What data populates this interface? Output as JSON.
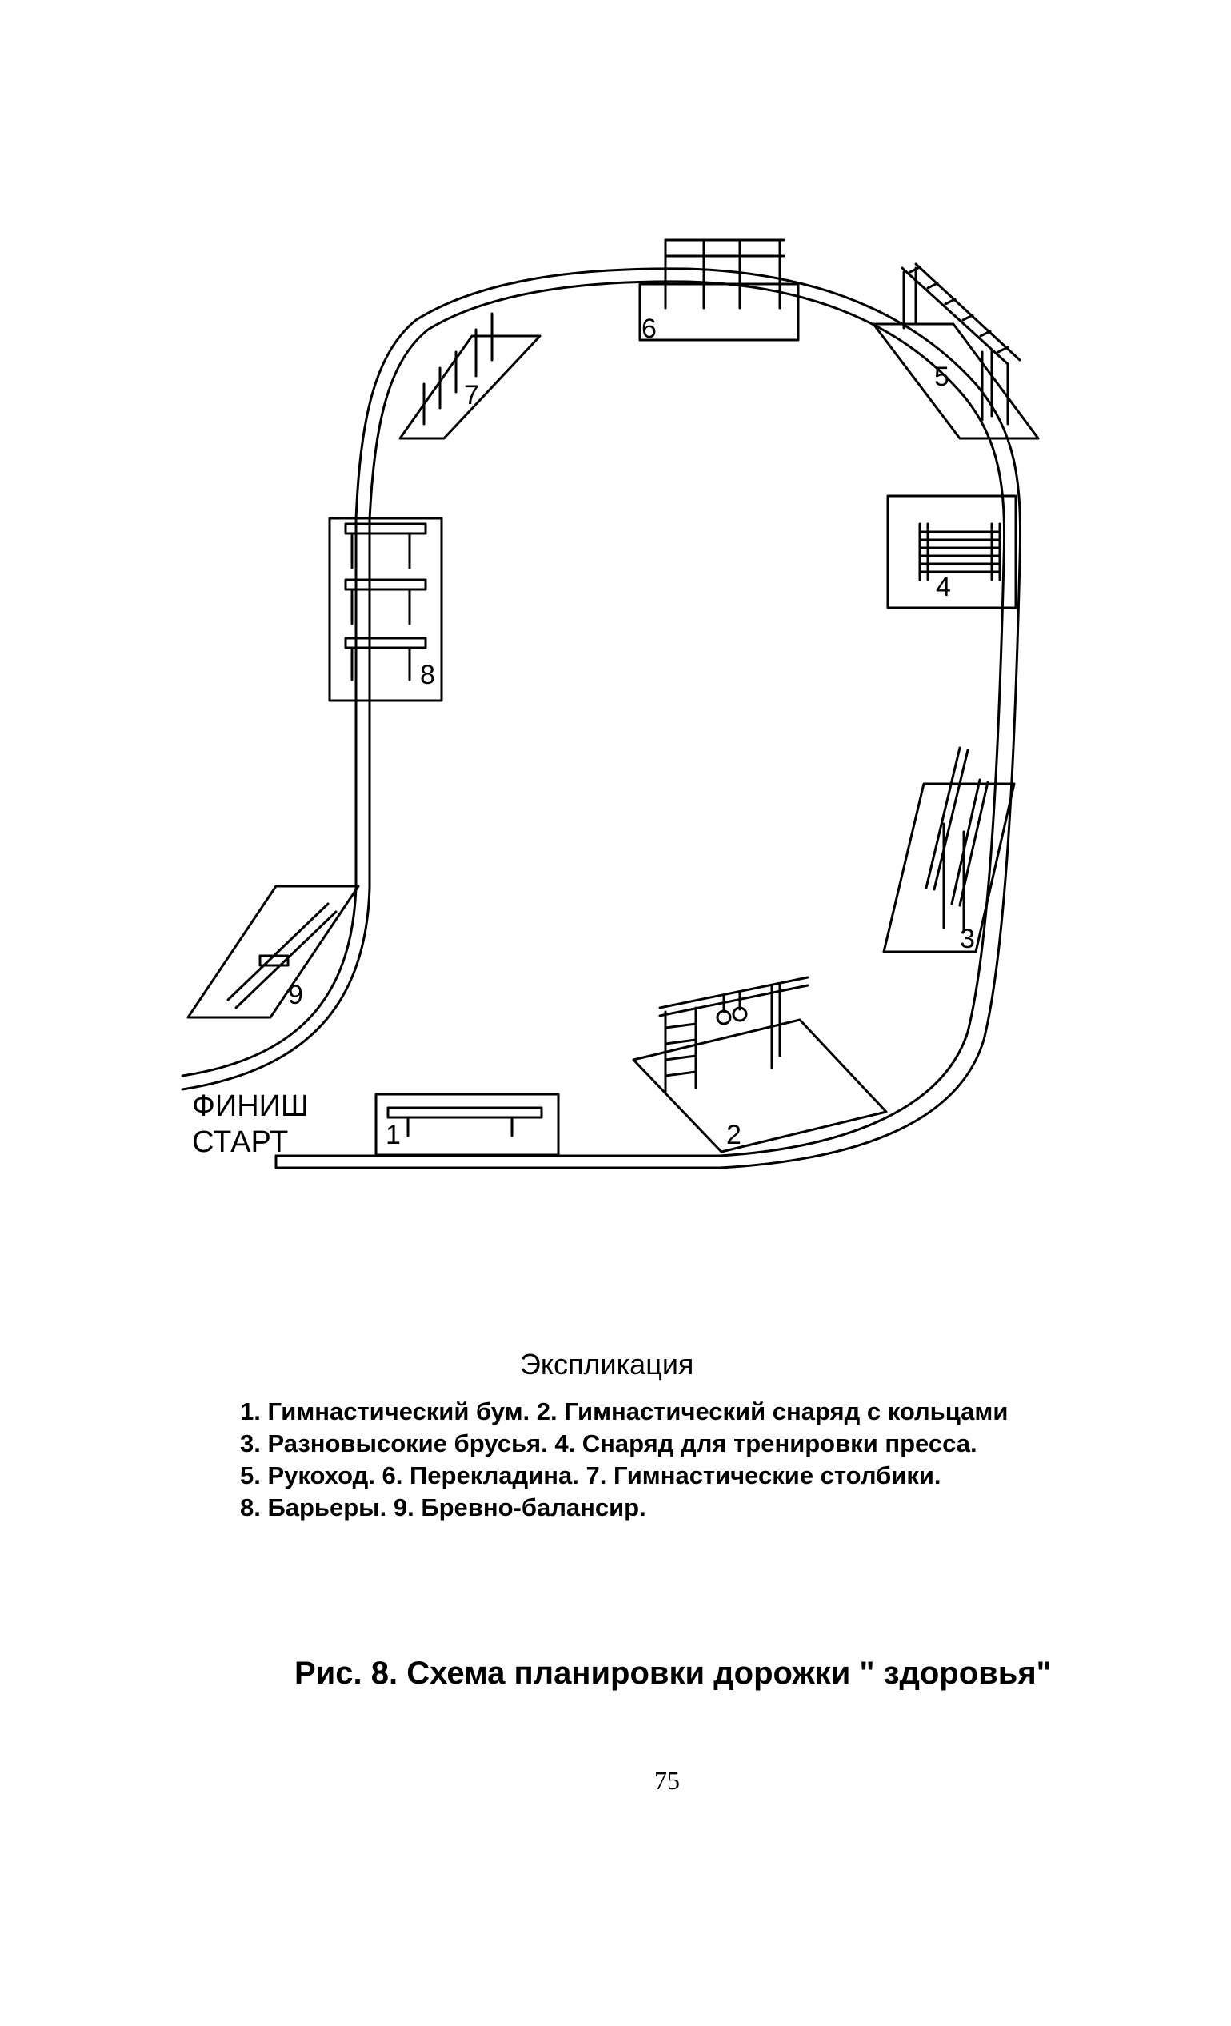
{
  "diagram": {
    "stations": [
      {
        "num": "1"
      },
      {
        "num": "2"
      },
      {
        "num": "3"
      },
      {
        "num": "4"
      },
      {
        "num": "5"
      },
      {
        "num": "6"
      },
      {
        "num": "7"
      },
      {
        "num": "8"
      },
      {
        "num": "9"
      }
    ],
    "finish_label": "ФИНИШ",
    "start_label": "СТАРТ"
  },
  "legend": {
    "title": "Экспликация",
    "lines": [
      "1. Гимнастический бум.  2. Гимнастический снаряд с кольцами",
      "3. Разновысокие брусья. 4. Снаряд  для тренировки пресса.",
      "5. Рукоход. 6. Перекладина. 7. Гимнастические столбики.",
      "8. Барьеры. 9. Бревно-балансир."
    ]
  },
  "caption": "Рис. 8. Схема планировки дорожки \" здоровья\"",
  "page_number": "75"
}
